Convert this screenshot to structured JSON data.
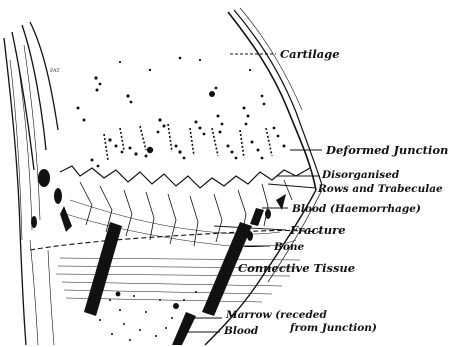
{
  "diagram": {
    "labels": {
      "cartilage": "Cartilage",
      "deformed_junction": "Deformed Junction",
      "disorganised_line1": "Disorganised",
      "disorganised_line2": "Rows and Trabeculae",
      "blood_haemorrhage": "Blood (Haemorrhage)",
      "fracture": "Fracture",
      "bone": "Bone",
      "connective_tissue": "Connective Tissue",
      "marrow_line1": "Marrow (receded",
      "marrow_line2": "from Junction)",
      "blood": "Blood",
      "fat": "FAT"
    },
    "colors": {
      "ink": "#111111",
      "background": "#ffffff"
    }
  }
}
